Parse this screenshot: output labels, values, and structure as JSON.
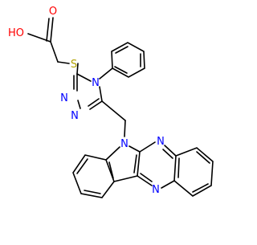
{
  "molecule": {
    "atom_labels": {
      "carbonyl_o": "O",
      "hydroxyl_o": "HO",
      "sulfur": "S",
      "triazole_n4": "N",
      "triazole_n2": "N",
      "triazole_n1": "N",
      "indole_n": "N",
      "pyrazine_n_upper": "N",
      "pyrazine_n_lower": "N"
    },
    "colors": {
      "bond": "#000000",
      "oxygen": "#ff0000",
      "nitrogen": "#0000ff",
      "sulfur": "#b2a200"
    }
  }
}
